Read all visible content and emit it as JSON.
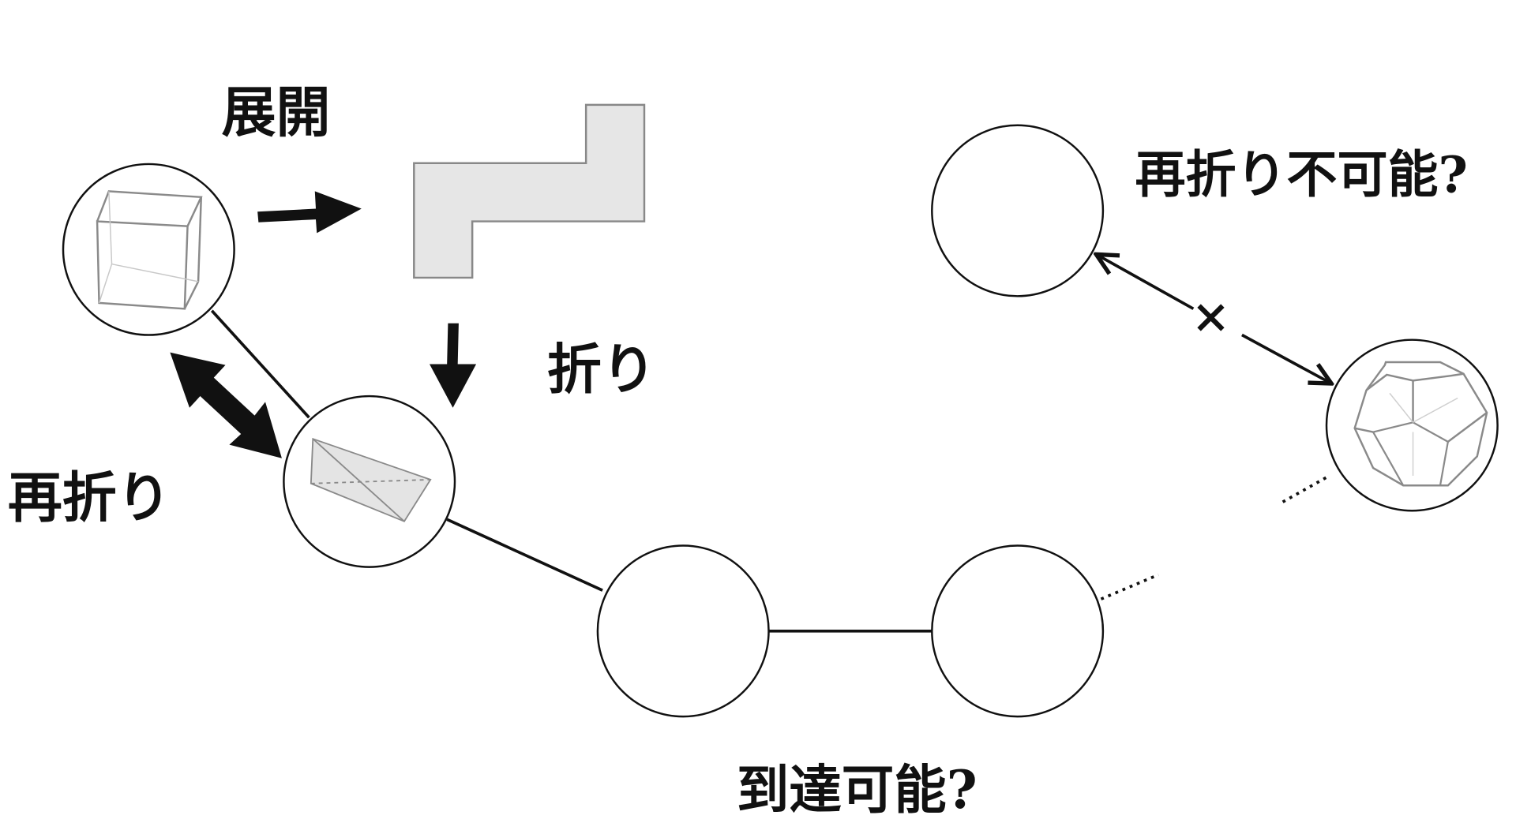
{
  "labels": {
    "unfold": "展開",
    "fold": "折り",
    "refold": "再折り",
    "reachable": "到達可能?",
    "not_refoldable": "再折り不可能?"
  },
  "symbols": {
    "cross": "×"
  },
  "colors": {
    "stroke": "#111111",
    "net_fill": "#e6e6e6",
    "net_stroke": "#888888",
    "solid_stroke": "#8a8a8a"
  }
}
